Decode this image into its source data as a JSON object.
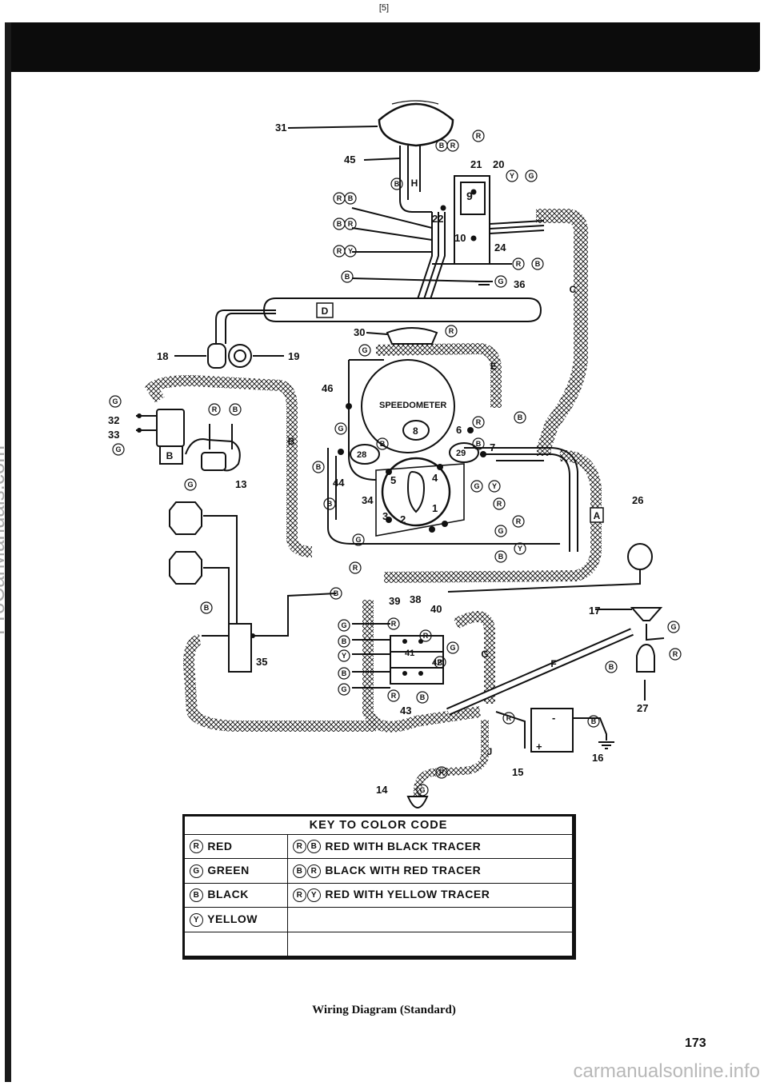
{
  "header": {
    "page_marker": "[5]"
  },
  "watermarks": {
    "left": "ProCarManuals.com",
    "bottom": "carmanualsonline.info"
  },
  "diagram": {
    "components": {
      "speedometer": "SPEEDOMETER"
    },
    "harness_labels": [
      "A",
      "B",
      "C",
      "D",
      "E",
      "F",
      "G",
      "H",
      "J"
    ],
    "part_numbers": [
      "1",
      "2",
      "3",
      "4",
      "5",
      "6",
      "7",
      "8",
      "9",
      "10",
      "13",
      "14",
      "15",
      "16",
      "17",
      "18",
      "19",
      "20",
      "21",
      "22",
      "24",
      "26",
      "27",
      "28",
      "29",
      "30",
      "31",
      "32",
      "33",
      "34",
      "35",
      "36",
      "38",
      "39",
      "40",
      "41",
      "42",
      "43",
      "44",
      "45",
      "46"
    ],
    "battery": {
      "minus": "-",
      "plus": "+"
    }
  },
  "key": {
    "title": "KEY TO COLOR CODE",
    "left": [
      {
        "code": "R",
        "label": "RED"
      },
      {
        "code": "G",
        "label": "GREEN"
      },
      {
        "code": "B",
        "label": "BLACK"
      },
      {
        "code": "Y",
        "label": "YELLOW"
      }
    ],
    "right": [
      {
        "code1": "R",
        "code2": "B",
        "label": "RED WITH BLACK TRACER"
      },
      {
        "code1": "B",
        "code2": "R",
        "label": "BLACK WITH RED TRACER"
      },
      {
        "code1": "R",
        "code2": "Y",
        "label": "RED WITH YELLOW TRACER"
      }
    ]
  },
  "caption": "Wiring Diagram (Standard)",
  "page_number": "173"
}
